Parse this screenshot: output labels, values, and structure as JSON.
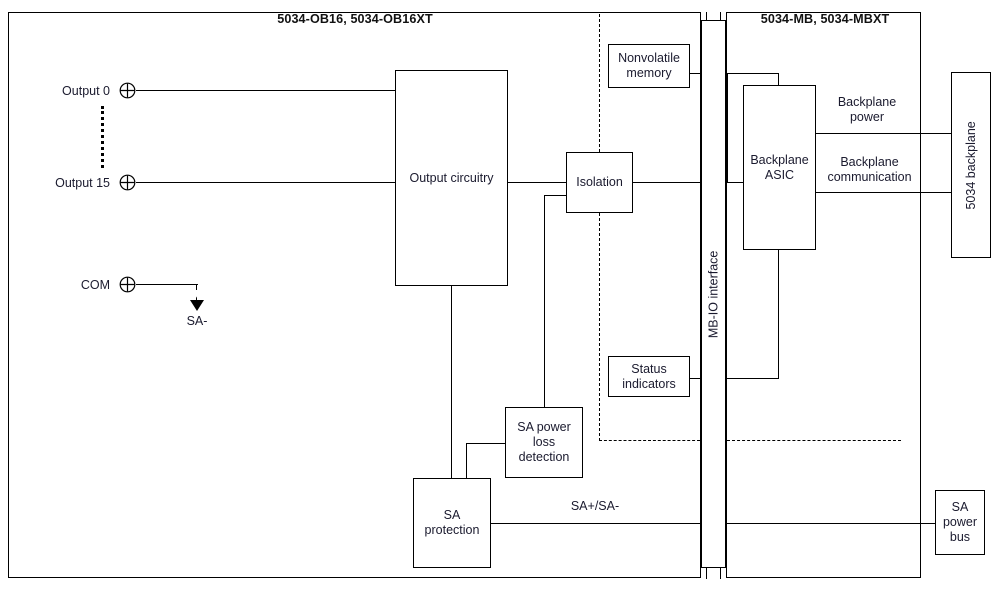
{
  "diagram": {
    "left_module_title": "5034-OB16, 5034-OB16XT",
    "right_module_title": "5034-MB, 5034-MBXT",
    "blocks": {
      "output_circuitry": "Output circuitry",
      "isolation": "Isolation",
      "nonvolatile_memory": "Nonvolatile\nmemory",
      "nonvolatile_memory_line1": "Nonvolatile",
      "nonvolatile_memory_line2": "memory",
      "status_indicators_line1": "Status",
      "status_indicators_line2": "indicators",
      "sa_power_loss_line1": "SA power",
      "sa_power_loss_line2": "loss",
      "sa_power_loss_line3": "detection",
      "sa_protection_line1": "SA",
      "sa_protection_line2": "protection",
      "mb_io_interface": "MB-IO interface",
      "backplane_asic_line1": "Backplane",
      "backplane_asic_line2": "ASIC",
      "backplane_5034": "5034 backplane",
      "sa_power_bus_line1": "SA",
      "sa_power_bus_line2": "power",
      "sa_power_bus_line3": "bus"
    },
    "terminals": [
      {
        "label": "Output 0"
      },
      {
        "label": "Output 15"
      },
      {
        "label": "COM"
      }
    ],
    "wire_labels": {
      "sa_minus": "SA-",
      "sa_plus_minus": "SA+/SA-",
      "backplane_power_line1": "Backplane",
      "backplane_power_line2": "power",
      "backplane_comm_line1": "Backplane",
      "backplane_comm_line2": "communication"
    },
    "colors": {
      "line": "#000000",
      "text": "#1a1a2e",
      "background": "#ffffff"
    }
  }
}
